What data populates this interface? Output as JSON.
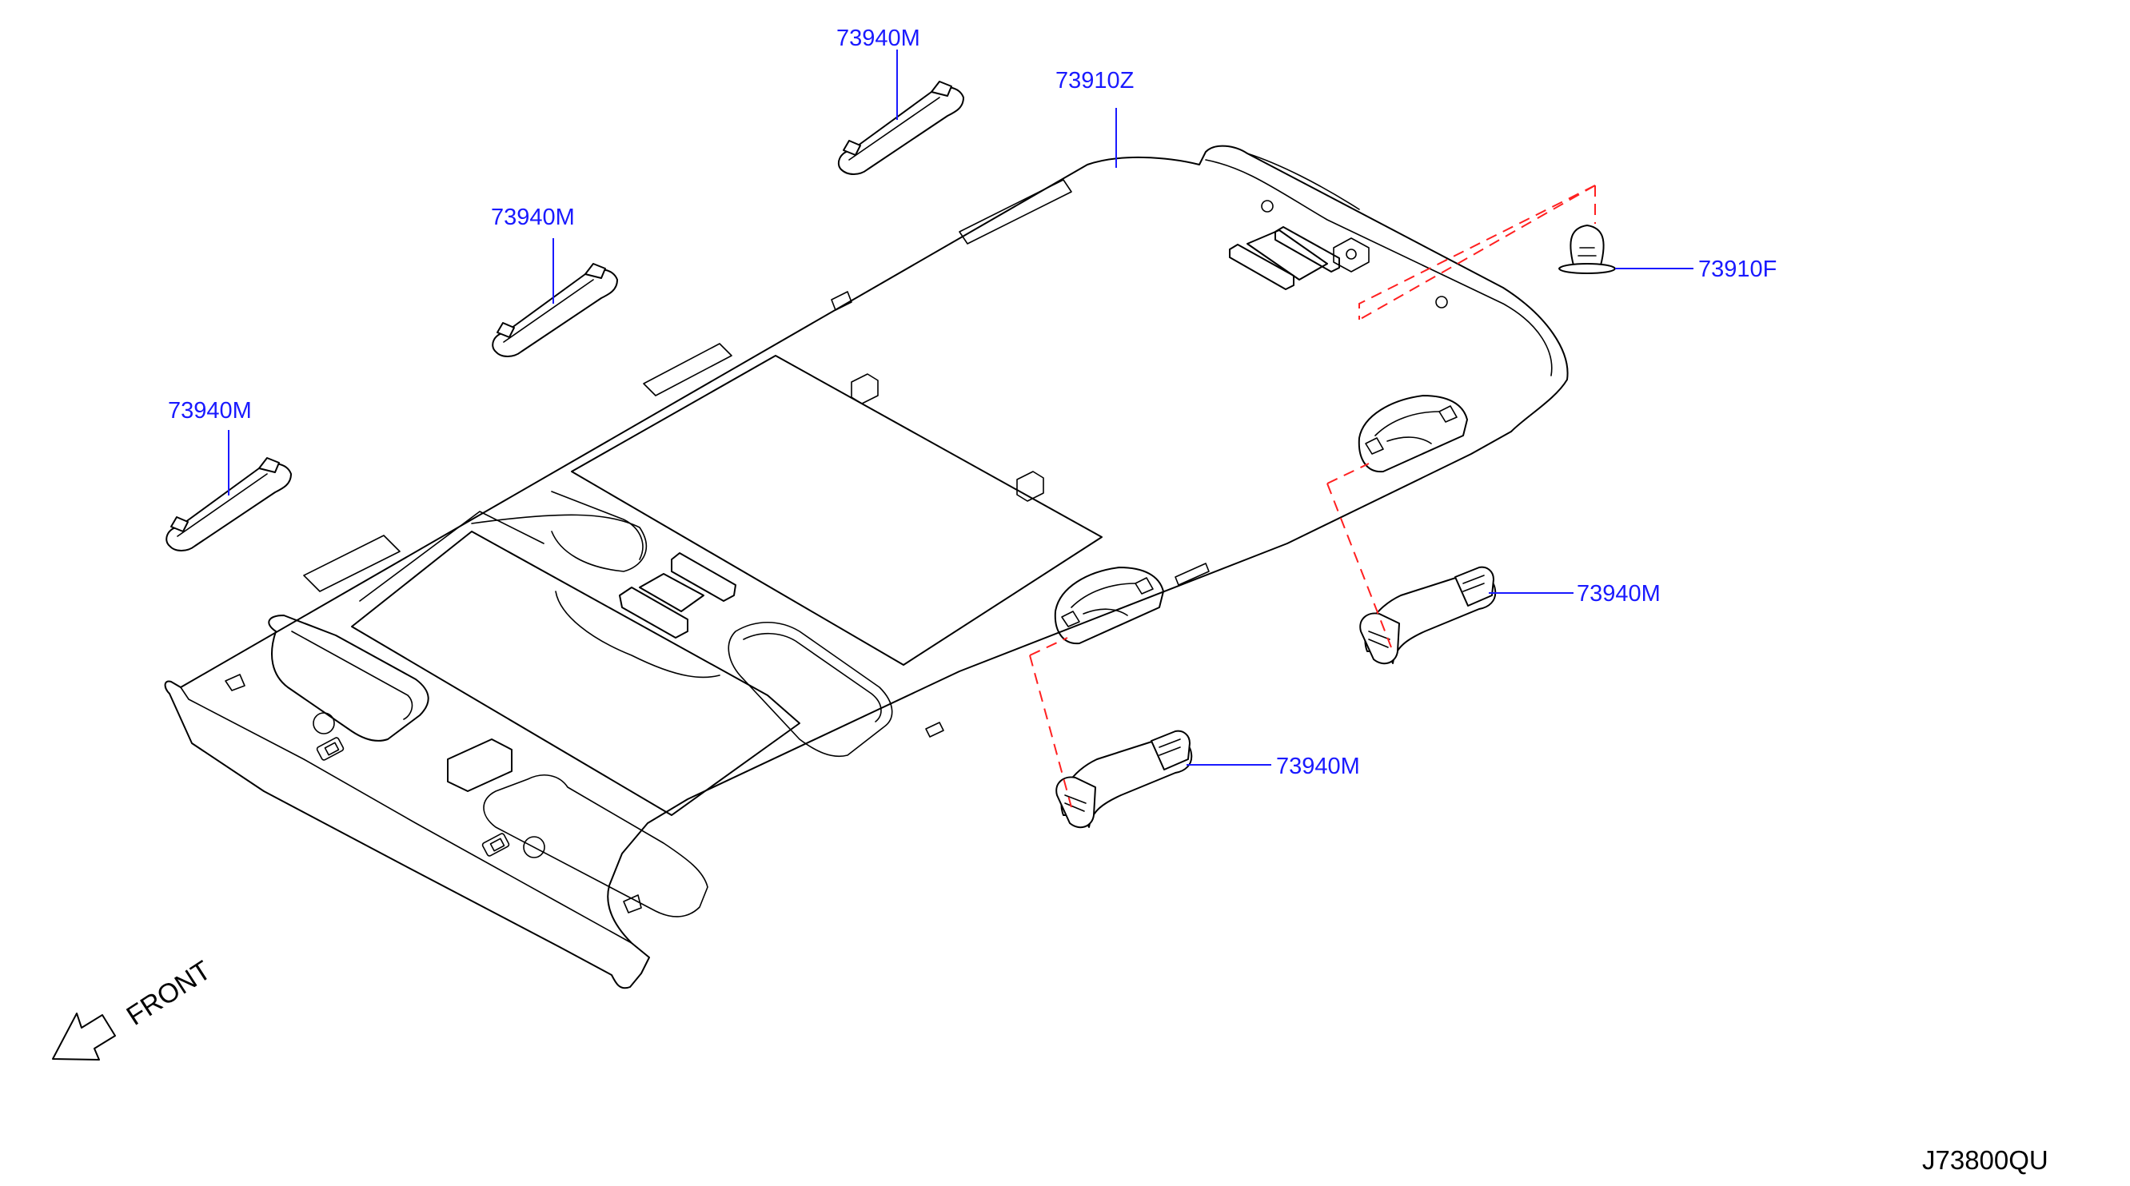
{
  "colors": {
    "label": "#1a1aff",
    "dashed_leader": "#ff2020",
    "line_art": "#000000",
    "background": "#ffffff"
  },
  "labels": {
    "grip_top": "73940M",
    "headlining": "73910Z",
    "grip_upper_left": "73940M",
    "clip": "73910F",
    "grip_left": "73940M",
    "grip_right": "73940M",
    "grip_bottom": "73940M"
  },
  "front_indicator": "FRONT",
  "diagram_code": "J73800QU"
}
